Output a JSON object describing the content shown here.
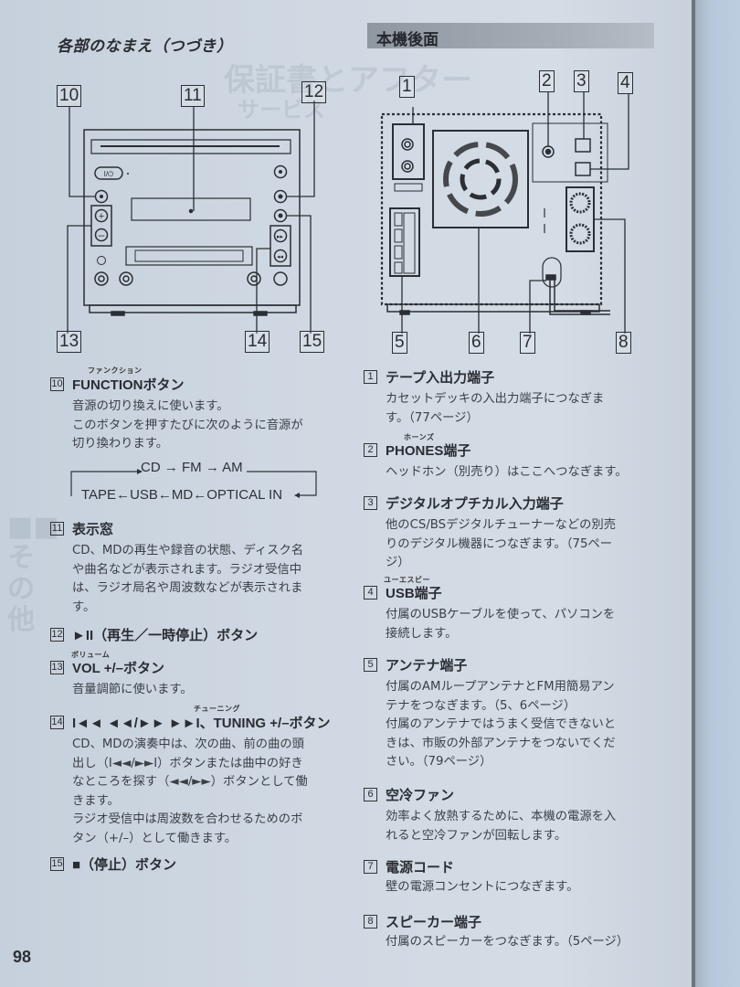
{
  "page": {
    "number": "98",
    "left_heading": "各部のなまえ（つづき）",
    "right_heading": "本機後面"
  },
  "front_diagram": {
    "labels": [
      "10",
      "11",
      "12",
      "13",
      "14",
      "15"
    ],
    "power_button_label": "I/⏻"
  },
  "rear_diagram": {
    "labels": [
      "1",
      "2",
      "3",
      "4",
      "5",
      "6",
      "7",
      "8"
    ]
  },
  "front_items": [
    {
      "num": "10",
      "ruby": "ファンクション",
      "title": "FUNCTIONボタン",
      "desc": [
        "音源の切り換えに使います。",
        "このボタンを押すたびに次のように音源が",
        "切り換わります。"
      ],
      "flow": {
        "row1": "CD → FM → AM",
        "row2": "TAPE←USB←MD←OPTICAL IN"
      }
    },
    {
      "num": "11",
      "title": "表示窓",
      "desc": [
        "CD、MDの再生や録音の状態、ディスク名",
        "や曲名などが表示されます。ラジオ受信中",
        "は、ラジオ局名や周波数などが表示されま",
        "す。"
      ]
    },
    {
      "num": "12",
      "title": "►II（再生／一時停止）ボタン"
    },
    {
      "num": "13",
      "ruby": "ボリューム",
      "title": "VOL +/–ボタン",
      "desc": [
        "音量調節に使います。"
      ]
    },
    {
      "num": "14",
      "ruby": "チューニング",
      "title": "I◄◄ ◄◄/►► ►►I、TUNING +/–ボタン",
      "desc": [
        "CD、MDの演奏中は、次の曲、前の曲の頭",
        "出し（I◄◄/►►I）ボタンまたは曲中の好き",
        "なところを探す（◄◄/►►）ボタンとして働",
        "きます。",
        "ラジオ受信中は周波数を合わせるためのボ",
        "タン（+/–）として働きます。"
      ]
    },
    {
      "num": "15",
      "title": "■（停止）ボタン"
    }
  ],
  "rear_items": [
    {
      "num": "1",
      "title": "テープ入出力端子",
      "desc": [
        "カセットデッキの入出力端子につなぎま",
        "す。（77ページ）"
      ]
    },
    {
      "num": "2",
      "ruby": "ホーンズ",
      "title": "PHONES端子",
      "desc": [
        "ヘッドホン（別売り）はここへつなぎます。"
      ]
    },
    {
      "num": "3",
      "title": "デジタルオプチカル入力端子",
      "desc": [
        "他のCS/BSデジタルチューナーなどの別売",
        "りのデジタル機器につなぎます。（75ペー",
        "ジ）"
      ]
    },
    {
      "num": "4",
      "ruby": "ユーエスビー",
      "title": "USB端子",
      "desc": [
        "付属のUSBケーブルを使って、パソコンを",
        "接続します。"
      ]
    },
    {
      "num": "5",
      "title": "アンテナ端子",
      "desc": [
        "付属のAMループアンテナとFM用簡易アン",
        "テナをつなぎます。（5、6ページ）",
        "付属のアンテナではうまく受信できないと",
        "きは、市販の外部アンテナをつないでくだ",
        "さい。（79ページ）"
      ]
    },
    {
      "num": "6",
      "title": "空冷ファン",
      "desc": [
        "効率よく放熱するために、本機の電源を入",
        "れると空冷ファンが回転します。"
      ]
    },
    {
      "num": "7",
      "title": "電源コード",
      "desc": [
        "壁の電源コンセントにつなぎます。"
      ]
    },
    {
      "num": "8",
      "title": "スピーカー端子",
      "desc": [
        "付属のスピーカーをつなぎます。（5ページ）"
      ]
    }
  ]
}
